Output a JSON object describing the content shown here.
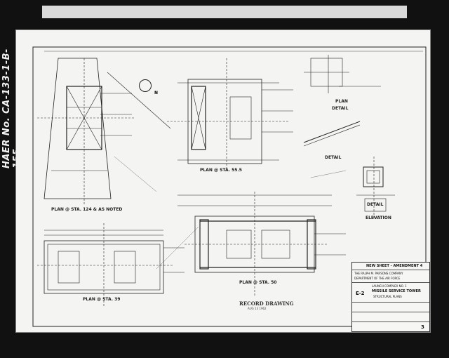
{
  "haer_number": "HAER No. CA-133-1-B-155",
  "record_label": "RECORD DRAWING",
  "record_date": "AUG 13 1962",
  "north_label": "N",
  "views": {
    "plan_124": "PLAN @ STA. 124 & AS NOTED",
    "plan_555": "PLAN @ STA. 55.5",
    "plan_50": "PLAN @ STA. 50",
    "plan_39": "PLAN @ STA. 39",
    "plan_detail": "PLAN",
    "detail_label": "DETAIL",
    "elevation": "ELEVATION",
    "detail_sec": "DETAIL"
  },
  "title_block": {
    "revision": "NEW SHEET - AMENDMENT 4",
    "company": "THE RALPH M. PARSONS COMPANY",
    "department": "DEPARTMENT OF THE AIR FORCE",
    "project": "LAUNCH COMPLEX NO. 1",
    "title": "MISSILE SERVICE TOWER",
    "subtitle": "STRUCTURAL PLANS",
    "sheet_code": "E-2",
    "sheet_no": "3"
  }
}
